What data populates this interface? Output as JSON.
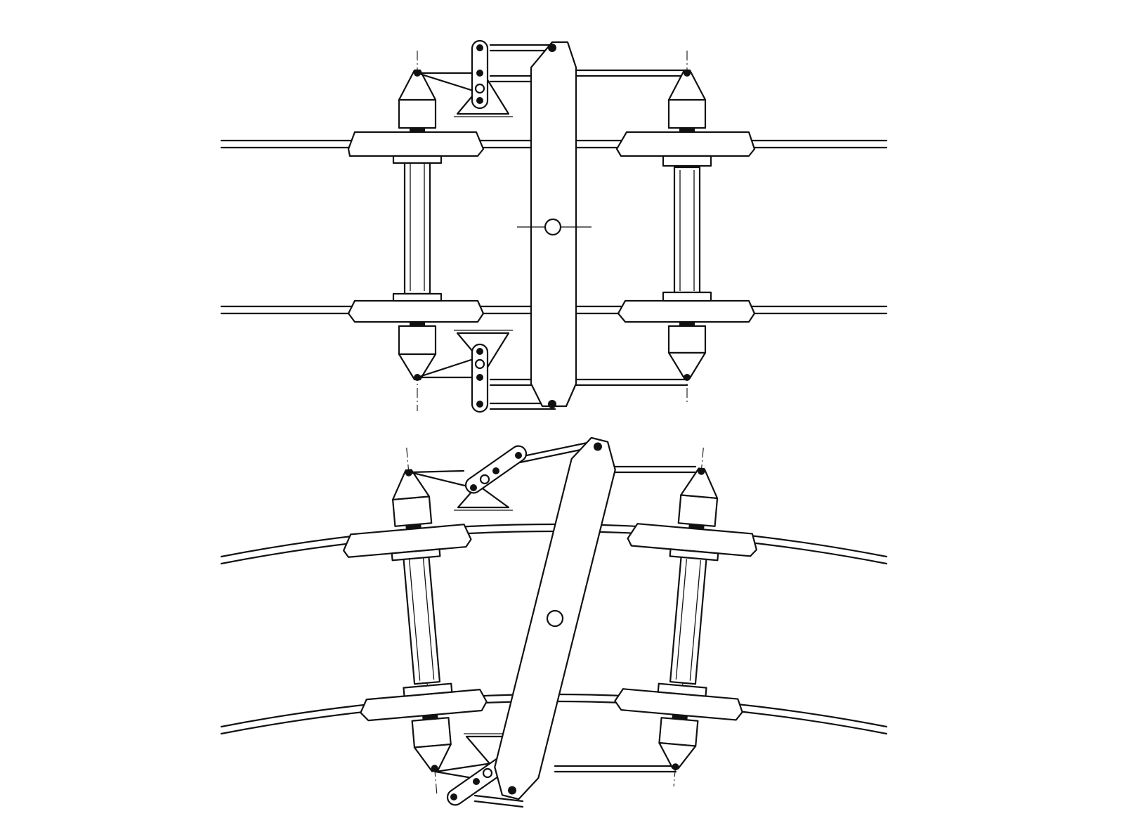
{
  "diagram": {
    "panels": [
      {
        "id": "straight-track",
        "track": "straight"
      },
      {
        "id": "curved-track",
        "track": "curved"
      }
    ],
    "components": [
      "wheelset",
      "axle",
      "wheel",
      "axle-box",
      "bolster-beam",
      "linkage-lever",
      "fixed-pivot",
      "rail"
    ],
    "line_color": "#111111",
    "background": "#ffffff"
  }
}
